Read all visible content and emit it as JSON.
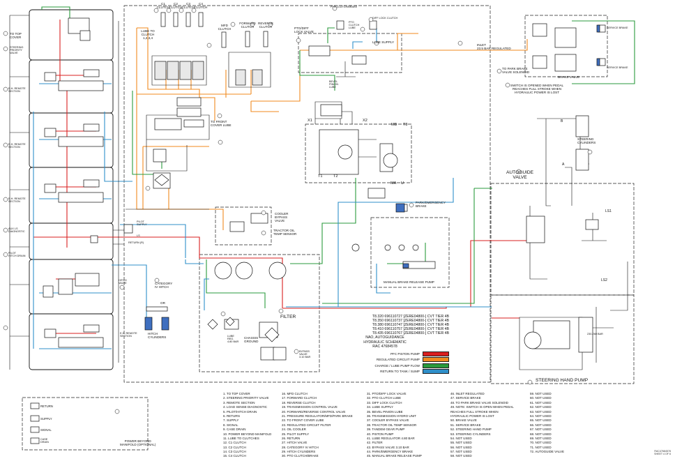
{
  "colors": {
    "pfc_piston": "#d91f1f",
    "regulated": "#f08a1e",
    "charge_lube": "#2a9a3c",
    "return_sump": "#2f8fc9",
    "line": "#111111"
  },
  "labels": {
    "to_top_cover": "TO TOP\nCOVER",
    "steering_priority_valve": "STEERING\nPRIORITY\nVALVE",
    "eh_remote_1": "E.H. REMOTE\nSECTION",
    "eh_remote_2": "E.H. REMOTE\nSECTION",
    "eh_remote_3": "E.H. REMOTE\nSECTION",
    "aux_ls_diagnostic": "AUX LS\nDIAGNOSTIC",
    "pilot_hitch_drain": "PILOT\nHITCH DRAIN",
    "hitch_valve": "HITCH\nVALVE",
    "eh_remote_4": "E.H. REMOTE\nSECTION",
    "pilot_supply": "PILOT\nSUPPLY",
    "return_r": "RETURN (R)",
    "ls": "LS",
    "category_iv_hitch": "CATEGORY\nIV HITCH",
    "or": "OR",
    "hitch_cylinders": "HITCH\nCYLINDERS",
    "c1_clutch": "C1\nCLUTCH",
    "c2_clutch": "C2\nCLUTCH",
    "c3_clutch": "C3\nCLUTCH",
    "c4_clutch": "C4\nCLUTCH",
    "lube_to_clutch": "LUBE TO\nCLUTCH\n1,2,3,4",
    "mfd_clutch": "MFD\nCLUTCH",
    "forward_clutch": "FORWARD\nCLUTCH",
    "reverse_clutch": "REVERSE\nCLUTCH",
    "to_front_cover_lube": "TO FRONT\nCOVER LUBE",
    "ptodiff_lock_valve": "PTO/DIFF\nLOCK VALVE",
    "pto_clutch_brake": "PTO CLUTCH/BRAKE",
    "diff_lock_clutch": "DIFF LOCK CLUTCH",
    "pto_clutch_lube": "PTO\nCLUTCH\nLUBE",
    "lube_supply": "LUBE SUPPLY",
    "bevel_pinion_lube": "BEVEL\nPINION\nLUBE",
    "x1": "X1",
    "x2": "X2",
    "mb": "MB",
    "t3": "T3",
    "t1": "T1",
    "t2": "T2",
    "ma": "MA",
    "u": "U",
    "park_emergency_brake": "PARK/EMERGENCY\nBRAKE",
    "cooler_bypass_valve": "COOLER\nBYPASS\nVALVE",
    "tractor_oil_temp_sensor": "TRACTOR OIL\nTEMP SENSOR",
    "manual_brake_release_pump": "MANUAL BRAKE RELEASE PUMP",
    "filter": "FILTER",
    "lube_reg": "LUBE\nREG.\n4.80 BAR",
    "chassis_ground": "CHASSIS\nGROUND",
    "bypass_valve": "BYPASS\nVALVE\n3.10 BAR",
    "inlet_regulated": "INLET\n23.5 BAR REGULATED",
    "to_park_brake_valve_solenoid": "TO PARK BRAKE\nVALVE SOLENOID",
    "service_brake_1": "SERVICE BRAKE",
    "service_brake_2": "SERVICE BRAKE",
    "brake_valve": "BRAKE VALVE",
    "switch_note": "SWITCH IS OPENED WHEN PEDAL\nREACHES FULL STROKE WHEN\nHYDRAULIC POWER IS LOST",
    "steering_cylinders": "STEERING\nCYLINDERS",
    "port_b": "B",
    "port_a": "A",
    "autoguide_valve": "AUTOGUIDE\nVALVE",
    "ls1": "LS1",
    "ls2": "LS2",
    "steering_hand_pump": "STEERING HAND PUMP",
    "pressure_230_260": "230-260 BAR",
    "power_beyond": "POWER BEYOND\nMANIFOLD (OPTIONAL)",
    "port_return": "RETURN",
    "port_supply": "SUPPLY",
    "port_signal": "SIGNAL",
    "port_case": "CASE\nDRAIN",
    "sheet_ref": "RAC47684578\nSHEET 4 OF 6"
  },
  "title_block": [
    "T8.320 696110727 [ZERE04800-] CVT TIER 4B",
    "T8.350 696110737 [ZERE04800-] CVT TIER 4B",
    "T8.380 696110747 [ZERE04800-] CVT TIER 4B",
    "T8.410 696110757 [ZERE04800-] CVT TIER 4B",
    "T8.435 696110767 [ZERE04800-] CVT TIER 4B",
    "NAO, AUTOGUIDANCE",
    "HYDRAULIC SCHEMATIC",
    "RAC 47684578"
  ],
  "legend": [
    {
      "label": "PFC PISTON PUMP",
      "color": "#d91f1f"
    },
    {
      "label": "REGULATED CIRCUIT PUMP",
      "color": "#f08a1e"
    },
    {
      "label": "CHARGE / LUBE PUMP FLOW",
      "color": "#2a9a3c"
    },
    {
      "label": "RETURN TO TANK / SUMP",
      "color": "#2f8fc9"
    }
  ],
  "key_columns": [
    [
      "1. TO TOP COVER",
      "2. STEERING PRIORITY VALVE",
      "3. REMOTE SECTION",
      "4. LOAD SENSE DIAGNOSTIC",
      "5. PILOT/HITCH DRAIN",
      "6. RETURN",
      "7. SUPPLY",
      "8. SIGNAL",
      "9. CASE DRAIN",
      "10. POWER BEYOND MANIFOLD",
      "11. LUBE TO CLUTCHES",
      "12. C1 CLUTCH",
      "13. C2 CLUTCH",
      "14. C3 CLUTCH",
      "15. C4 CLUTCH"
    ],
    [
      "16. MFD CLUTCH",
      "17. FORWARD CLUTCH",
      "18. REVERSE CLUTCH",
      "19. TRANSMISSION CONTROL VALVE",
      "20. FORWARD/REVERSE CONTROL VALVE",
      "21. PRESSURE REGULATOR/MFD/PARK BRAKE",
      "22. TO FRONT COVER LUBE",
      "23. REGULATED CIRCUIT FILTER",
      "24. OIL COOLER",
      "25. PILOT SUPPLY",
      "26. RETURN",
      "27. HITCH VALVE",
      "28. CATEGORY IV HITCH",
      "29. HITCH CYLINDERS",
      "30. PTO CLUTCH/BRAKE"
    ],
    [
      "31. PTO/DIFF LOCK VALVE",
      "32. PTO CLUTCH LUBE",
      "33. DIFF LOCK CLUTCH",
      "34. LUBE SUPPLY",
      "35. BEVEL PINION LUBE",
      "36. TRANSMISSION HYDRO UNIT",
      "37. COOLER BYPASS VALVE",
      "38. TRACTOR OIL TEMP SENSOR",
      "39. TANDEM GEAR PUMP",
      "40. PISTON PUMP",
      "41. LUBE REGULATOR 4.80 BAR",
      "42. FILTER",
      "43. BYPASS VALVE 3.10 BAR",
      "44. PARK/EMERGENCY BRAKE",
      "45. MANUAL BRAKE RELEASE PUMP"
    ],
    [
      "46. INLET REGULATED",
      "47. SERVICE BRAKE",
      "48. TO PARK BRAKE VALVE SOLENOID",
      "49. NOTE: SWITCH IS OPEN WHEN PEDAL",
      "    REACHES FULL STROKE WHEN",
      "    HYDRAULIC POWER IS LOST",
      "50. BRAKE VALVE",
      "51. SERVICE BRAKE",
      "52. STEERING HAND PUMP",
      "53. STEERING CYLINDERS",
      "54. NOT USED",
      "55. NOT USED",
      "56. NOT USED",
      "57. NOT USED",
      "58. NOT USED"
    ],
    [
      "59. NOT USED",
      "60. NOT USED",
      "61. NOT USED",
      "62. NOT USED",
      "63. NOT USED",
      "64. NOT USED",
      "65. NOT USED",
      "66. NOT USED",
      "67. NOT USED",
      "68. NOT USED",
      "69. NOT USED",
      "70. NOT USED",
      "71. NOT USED",
      "72. AUTOGUIDE VALVE"
    ]
  ]
}
